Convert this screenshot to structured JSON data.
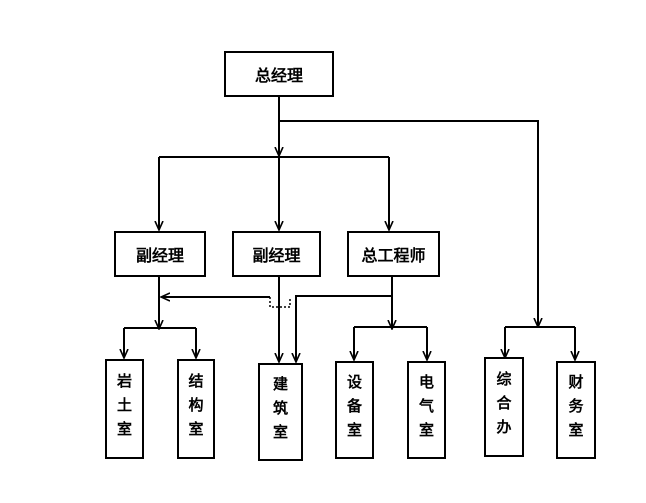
{
  "org_chart": {
    "gm": "总经理",
    "deputy_left": "副经理",
    "deputy_mid": "副经理",
    "chief_engineer": "总工程师",
    "rock_soil": "岩土室",
    "structure": "结构室",
    "architecture": "建筑室",
    "equipment": "设备室",
    "electrical": "电气室",
    "general_office": "综合办",
    "finance": "财务室"
  },
  "colors": {
    "line": "#000000",
    "box_border": "#000000",
    "background": "#ffffff"
  }
}
